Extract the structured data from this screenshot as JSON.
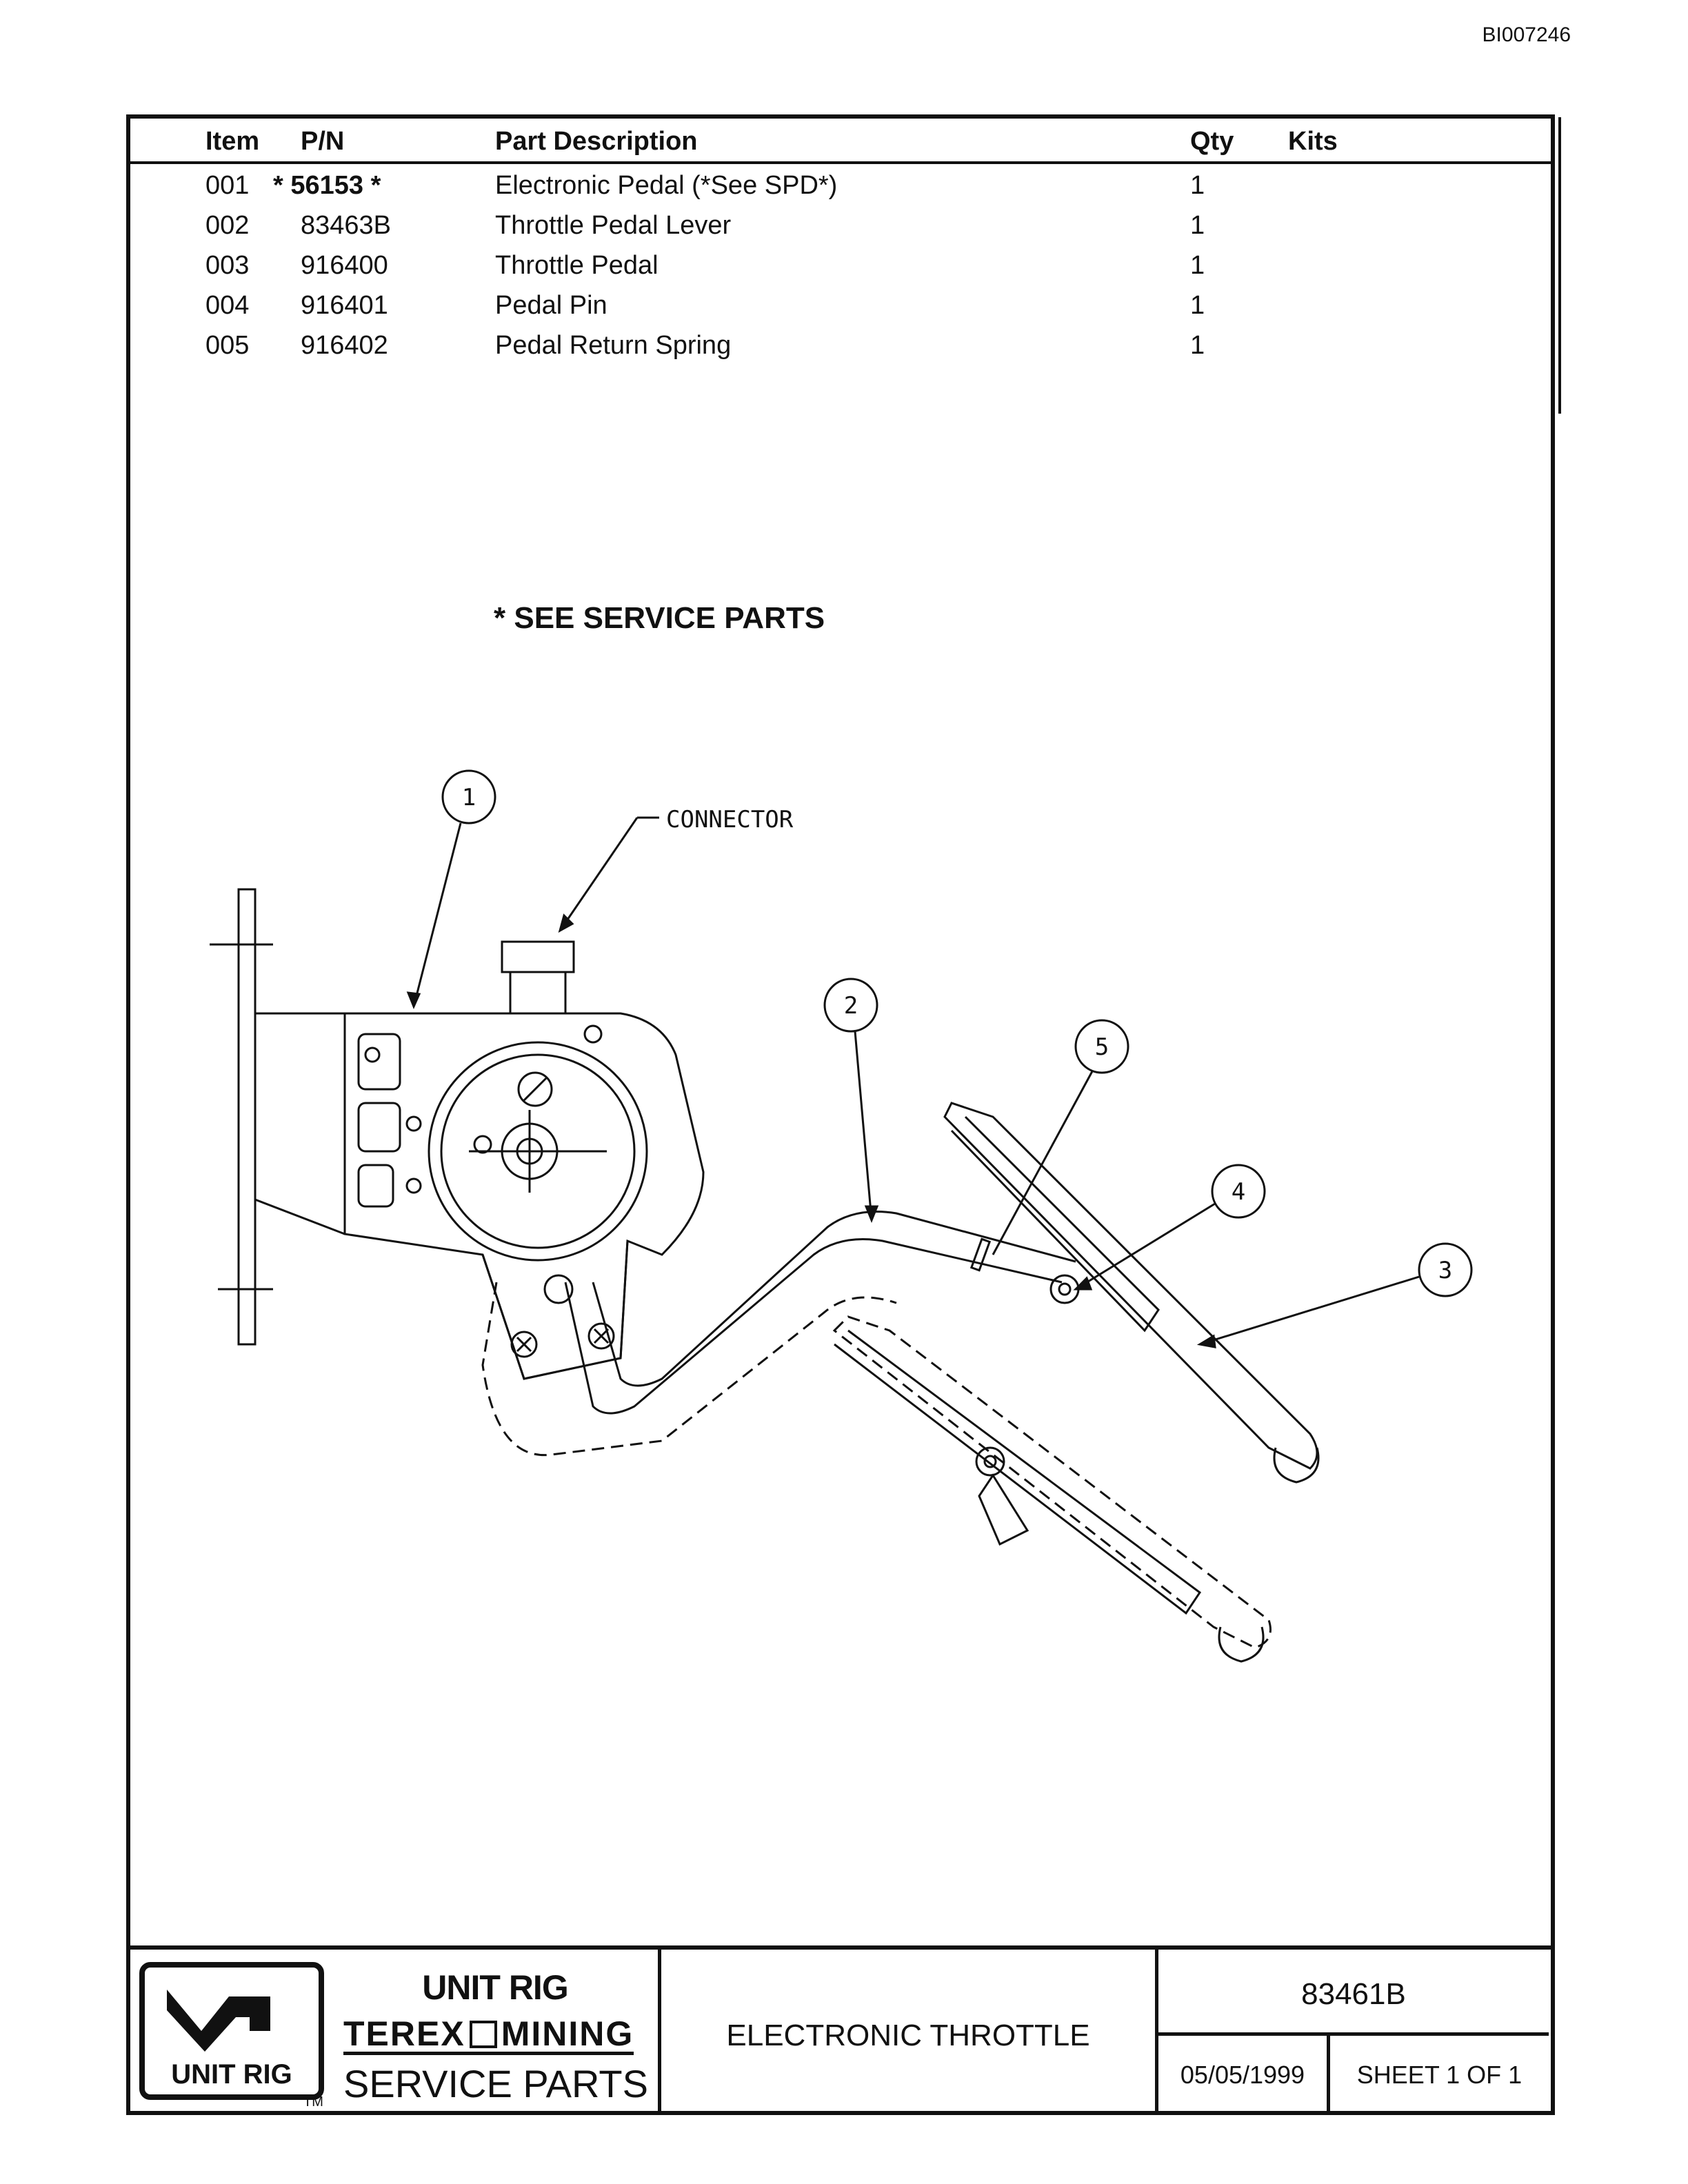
{
  "document": {
    "id": "BI007246"
  },
  "parts_table": {
    "headers": {
      "item": "Item",
      "pn": "P/N",
      "description": "Part Description",
      "qty": "Qty",
      "kits": "Kits"
    },
    "rows": [
      {
        "item": "001",
        "pn": "* 56153 *",
        "description": "Electronic Pedal (*See SPD*)",
        "qty": "1",
        "kits": ""
      },
      {
        "item": "002",
        "pn": "83463B",
        "description": "Throttle Pedal Lever",
        "qty": "1",
        "kits": ""
      },
      {
        "item": "003",
        "pn": "916400",
        "description": "Throttle Pedal",
        "qty": "1",
        "kits": ""
      },
      {
        "item": "004",
        "pn": "916401",
        "description": "Pedal Pin",
        "qty": "1",
        "kits": ""
      },
      {
        "item": "005",
        "pn": "916402",
        "description": "Pedal Return Spring",
        "qty": "1",
        "kits": ""
      }
    ]
  },
  "note": "* SEE SERVICE PARTS",
  "drawing": {
    "connector_label": "CONNECTOR",
    "callouts": [
      "1",
      "2",
      "3",
      "4",
      "5"
    ]
  },
  "title_block": {
    "logo_text": "UNIT RIG",
    "company_line1": "UNIT RIG",
    "company_line2": "TEREX",
    "company_line2b": "MINING",
    "company_line3": "SERVICE PARTS",
    "trademark": "TM",
    "drawing_title": "ELECTRONIC THROTTLE",
    "part_number": "83461B",
    "date": "05/05/1999",
    "sheet": "SHEET 1 OF 1"
  }
}
